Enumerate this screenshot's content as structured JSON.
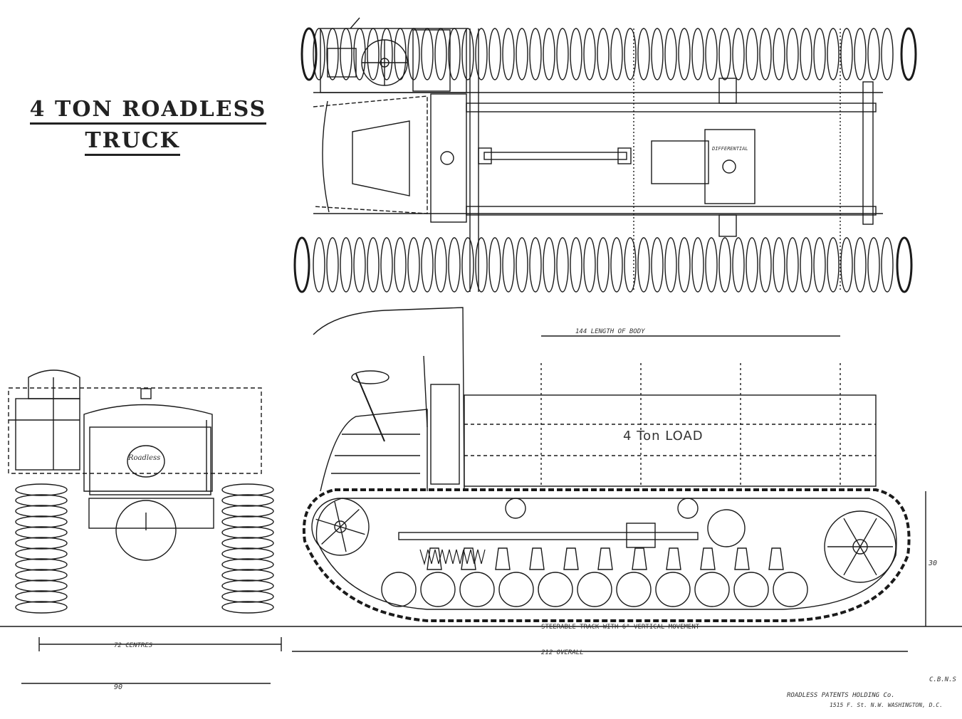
{
  "title": {
    "line1": "4 TON ROADLESS",
    "line2": "TRUCK"
  },
  "labels": {
    "load": "4 Ton LOAD",
    "body_length": "144   LENGTH OF BODY",
    "track": "STEERABLE TRACK WITH 6\" VERTICAL MOVEMENT",
    "centres": "72 CENTRES",
    "overall": "212 OVERALL",
    "width": "90",
    "height": "30",
    "differential": "DIFFERENTIAL",
    "radiator_logo": "Roadless",
    "initials": "C.B.N.S",
    "company_line1": "ROADLESS PATENTS HOLDING Co.",
    "company_line2": "1515 F. St. N.W. WASHINGTON, D.C."
  },
  "colors": {
    "ink": "#1a1a1a",
    "paper": "#ffffff"
  }
}
